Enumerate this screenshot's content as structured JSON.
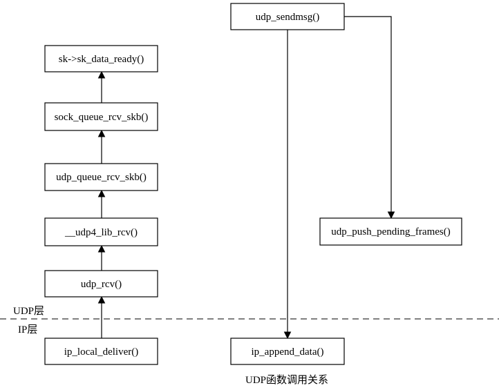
{
  "nodes": {
    "sk_data_ready": "sk->sk_data_ready()",
    "sock_queue_rcv_skb": "sock_queue_rcv_skb()",
    "udp_queue_rcv_skb": "udp_queue_rcv_skb()",
    "udp4_lib_rcv": "__udp4_lib_rcv()",
    "udp_rcv": "udp_rcv()",
    "ip_local_deliver": "ip_local_deliver()",
    "udp_sendmsg": "udp_sendmsg()",
    "udp_push_pending_frames": "udp_push_pending_frames()",
    "ip_append_data": "ip_append_data()"
  },
  "layers": {
    "udp": "UDP层",
    "ip": "IP层"
  },
  "caption": "UDP函数调用关系"
}
